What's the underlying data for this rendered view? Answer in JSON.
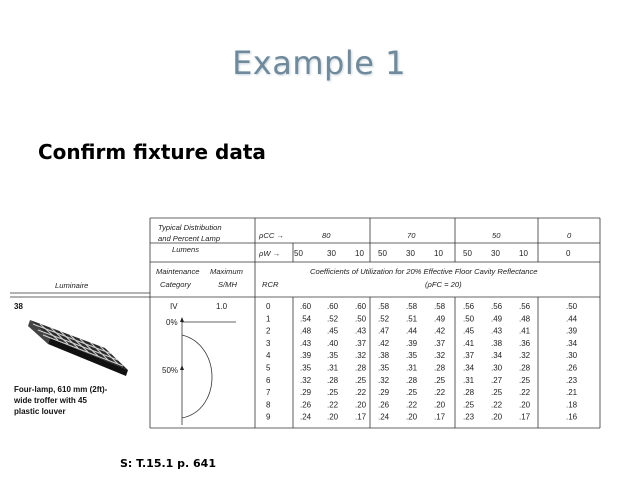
{
  "slide": {
    "title": "Example 1",
    "subtitle": "Confirm fixture data",
    "source": "S: T.15.1 p. 641"
  },
  "table": {
    "head_dist": [
      "Typical Distribution",
      "and Percent Lamp",
      "Lumens"
    ],
    "rho_cc_label": "ρCC →",
    "rho_w_label": "ρW →",
    "cc_groups": [
      "80",
      "70",
      "50",
      "0"
    ],
    "wall_values": [
      "50",
      "30",
      "10",
      "50",
      "30",
      "10",
      "50",
      "30",
      "10",
      "0"
    ],
    "luminaire_label": "Luminaire",
    "maint_header": [
      "Maintenance",
      "Category"
    ],
    "smh_header": [
      "Maximum",
      "S/MH"
    ],
    "rcr_header": "RCR",
    "cu_header": "Coefficients of Utilization for 20% Effective Floor Cavity Reflectance",
    "cu_subheader": "(ρFC = 20)",
    "fixture_number": "38",
    "maint_category": "IV",
    "max_smh": "1.0",
    "label_0": "0%",
    "label_50": "50%",
    "description": [
      "Four-lamp, 610 mm (2ft)-",
      "wide troffer with 45",
      "plastic louver"
    ],
    "rcr": [
      "0",
      "1",
      "2",
      "3",
      "4",
      "5",
      "6",
      "7",
      "8",
      "9"
    ],
    "rows": [
      [
        ".60",
        ".60",
        ".60",
        ".58",
        ".58",
        ".58",
        ".56",
        ".56",
        ".56",
        ".50"
      ],
      [
        ".54",
        ".52",
        ".50",
        ".52",
        ".51",
        ".49",
        ".50",
        ".49",
        ".48",
        ".44"
      ],
      [
        ".48",
        ".45",
        ".43",
        ".47",
        ".44",
        ".42",
        ".45",
        ".43",
        ".41",
        ".39"
      ],
      [
        ".43",
        ".40",
        ".37",
        ".42",
        ".39",
        ".37",
        ".41",
        ".38",
        ".36",
        ".34"
      ],
      [
        ".39",
        ".35",
        ".32",
        ".38",
        ".35",
        ".32",
        ".37",
        ".34",
        ".32",
        ".30"
      ],
      [
        ".35",
        ".31",
        ".28",
        ".35",
        ".31",
        ".28",
        ".34",
        ".30",
        ".28",
        ".26"
      ],
      [
        ".32",
        ".28",
        ".25",
        ".32",
        ".28",
        ".25",
        ".31",
        ".27",
        ".25",
        ".23"
      ],
      [
        ".29",
        ".25",
        ".22",
        ".29",
        ".25",
        ".22",
        ".28",
        ".25",
        ".22",
        ".21"
      ],
      [
        ".26",
        ".22",
        ".20",
        ".26",
        ".22",
        ".20",
        ".25",
        ".22",
        ".20",
        ".18"
      ],
      [
        ".24",
        ".20",
        ".17",
        ".24",
        ".20",
        ".17",
        ".23",
        ".20",
        ".17",
        ".16"
      ]
    ]
  }
}
